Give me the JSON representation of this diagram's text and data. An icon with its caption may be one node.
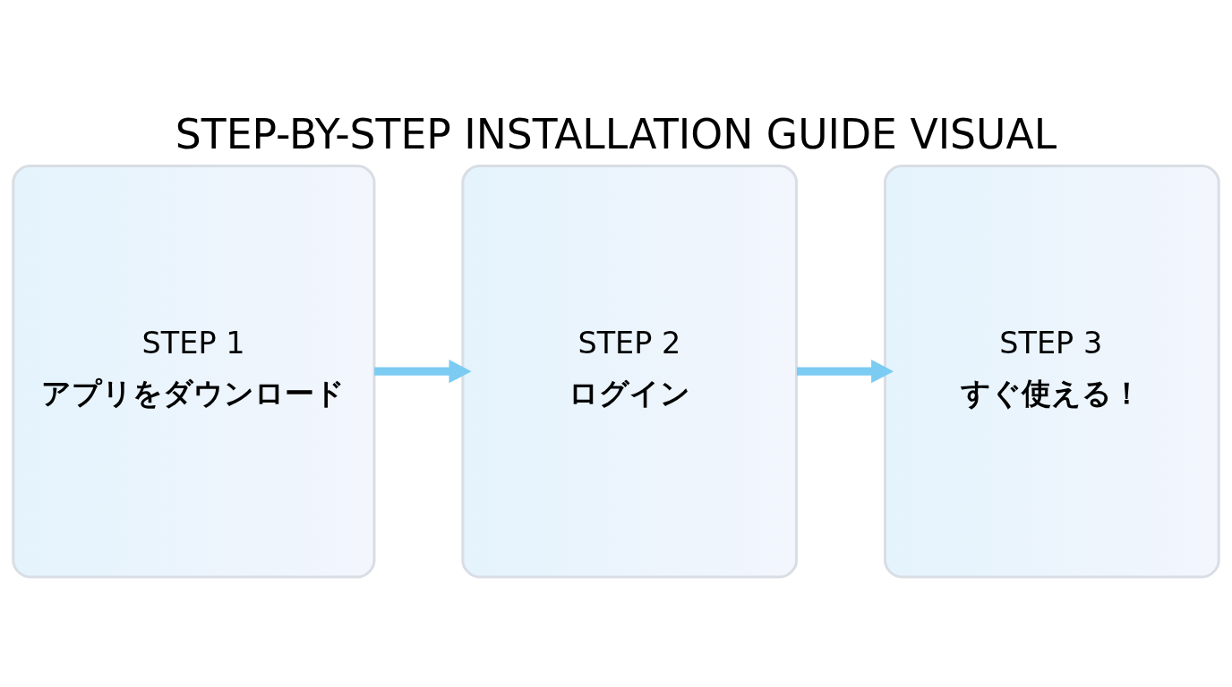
{
  "diagram": {
    "title": "STEP-BY-STEP INSTALLATION GUIDE VISUAL",
    "nodes": [
      {
        "text": [
          "STEP 1",
          "アプリをダウンロード"
        ]
      },
      {
        "text": [
          "STEP 2",
          "ログイン"
        ]
      },
      {
        "text": [
          "STEP 3",
          "すぐ使える！"
        ]
      }
    ],
    "edges": [
      {
        "from": 0,
        "to": 1,
        "arrow": "to"
      },
      {
        "from": 1,
        "to": 2,
        "arrow": "to"
      }
    ]
  }
}
